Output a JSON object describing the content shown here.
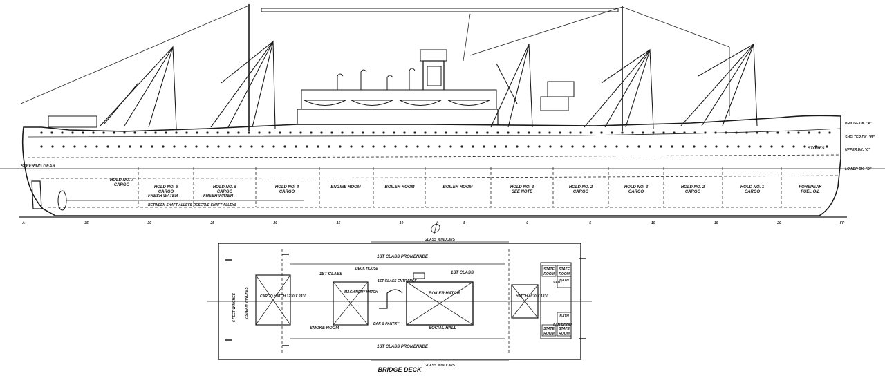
{
  "profile": {
    "deck_labels": [
      "BRIDGE DK. \"A\"",
      "SHELTER DK. \"B\"",
      "UPPER DK. \"C\"",
      "LOWER DK. \"D\""
    ],
    "stores_label": "STORES",
    "steering_label": "STEERING GEAR",
    "aft_hold_label": "HOLD NO. 7\nCARGO",
    "aft_tunnel_label": "FRESH WATER",
    "aft_tunnel_label_2": "FRESH WATER",
    "aft_shaft_label": "BETWEEN SHAFT ALLEYS RESERVE SHAFT ALLEYS",
    "compartments": [
      {
        "label": "HOLD NO. 6\nCARGO"
      },
      {
        "label": "HOLD NO. 5\nCARGO"
      },
      {
        "label": "HOLD NO. 4\nCARGO"
      },
      {
        "label": "ENGINE ROOM"
      },
      {
        "label": "BOILER ROOM"
      },
      {
        "label": "BOILER ROOM"
      },
      {
        "label": "HOLD NO. 3\nSEE NOTE"
      },
      {
        "label": "HOLD NO. 2\nCARGO"
      },
      {
        "label": "HOLD NO. 3\nCARGO"
      },
      {
        "label": "HOLD NO. 2\nCARGO"
      },
      {
        "label": "HOLD NO. 1\nCARGO"
      },
      {
        "label": "FOREPEAK\nFUEL OIL"
      }
    ],
    "frame_numbers": [
      "A",
      "35",
      "30",
      "25",
      "20",
      "15",
      "10",
      "5",
      "0",
      "5",
      "10",
      "15",
      "20",
      "FP"
    ],
    "midship_symbol": "⏀"
  },
  "plan": {
    "title": "BRIDGE DECK",
    "glass_windows_top": "GLASS WINDOWS",
    "glass_windows_bottom": "GLASS WINDOWS",
    "promenade_top": "1ST CLASS PROMENADE",
    "promenade_bottom": "1ST CLASS PROMENADE",
    "side_label_port": "6 FEET WINCHES",
    "side_label_inner": "2 STEAM WINCHES",
    "hatch_aft": "CARGO HATCH\n12'-0 X 24'-0",
    "hatch_fwd": "HATCH\n16'-0 X 18'-0",
    "first_class_aft": "1ST CLASS",
    "first_class_fwd": "1ST CLASS",
    "entrance": "1ST CLASS ENTRANCE",
    "machinery_hatch": "MACHINERY\nHATCH",
    "boiler_hatch": "BOILER\nHATCH",
    "smoke_room": "SMOKE ROOM",
    "bar": "BAR &\nPANTRY",
    "social_hall": "SOCIAL HALL",
    "deck_house_aft": "DECK\nHOUSE",
    "cabin_labels": [
      "STATE\nROOM",
      "STATE\nROOM",
      "BATH",
      "BATH",
      "STATE\nROOM",
      "STATE\nROOM"
    ],
    "vent_label": "VENT.",
    "fan_label": "FAN\nROOM"
  }
}
